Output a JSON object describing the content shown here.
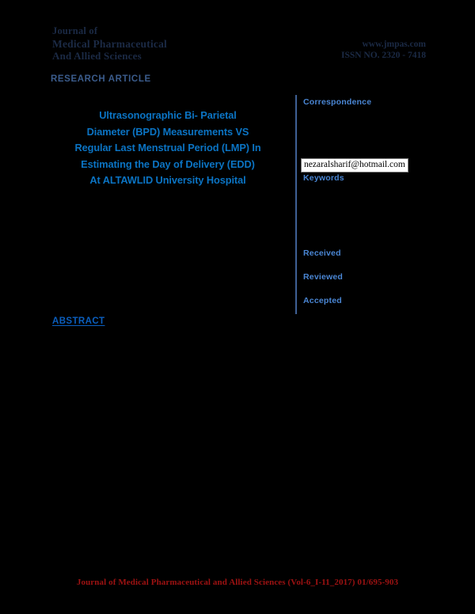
{
  "page": {
    "background_color": "#000000"
  },
  "masthead": {
    "line1": "Journal of",
    "line2": "Medical Pharmaceutical",
    "line3": "And Allied Sciences",
    "color": "#1b2a45"
  },
  "web_info": {
    "website": "www.jmpas.com",
    "issn": "ISSN NO. 2320 - 7418",
    "color": "#1b2a45"
  },
  "article_type": {
    "label": "RESEARCH ARTICLE",
    "color": "#3b5c8c"
  },
  "title": {
    "color": "#0b74c4",
    "lines": [
      "Ultrasonographic Bi- Parietal",
      "Diameter (BPD) Measurements VS",
      "Regular Last Menstrual Period (LMP) In",
      "Estimating the Day of Delivery (EDD)",
      "At ALTAWLID University Hospital"
    ],
    "full_text": "Ultrasonographic Bi- Parietal Diameter (BPD) Measurements VS Regular Last Menstrual Period (LMP) In Estimating the Day of Delivery (EDD) At ALTAWLID University Hospital"
  },
  "sidebar": {
    "rule_color": "#3f6095",
    "label_color": "#4a86d4",
    "labels": [
      {
        "key": "correspondence",
        "text": "Correspondence"
      },
      {
        "key": "keywords",
        "text": "Keywords"
      },
      {
        "key": "received",
        "text": "Received"
      },
      {
        "key": "reviewed",
        "text": "Reviewed"
      },
      {
        "key": "accepted",
        "text": "Accepted"
      }
    ]
  },
  "email_link": {
    "address": "nezaralsharif@hotmail.com",
    "background": "#ffffff",
    "text_color": "#000000"
  },
  "abstract": {
    "heading": "ABSTRACT",
    "color": "#0b5fbf"
  },
  "footer": {
    "text": "Journal of Medical Pharmaceutical and Allied Sciences (Vol-6_I-11_2017) 01/695-903",
    "color": "#9e1212"
  }
}
